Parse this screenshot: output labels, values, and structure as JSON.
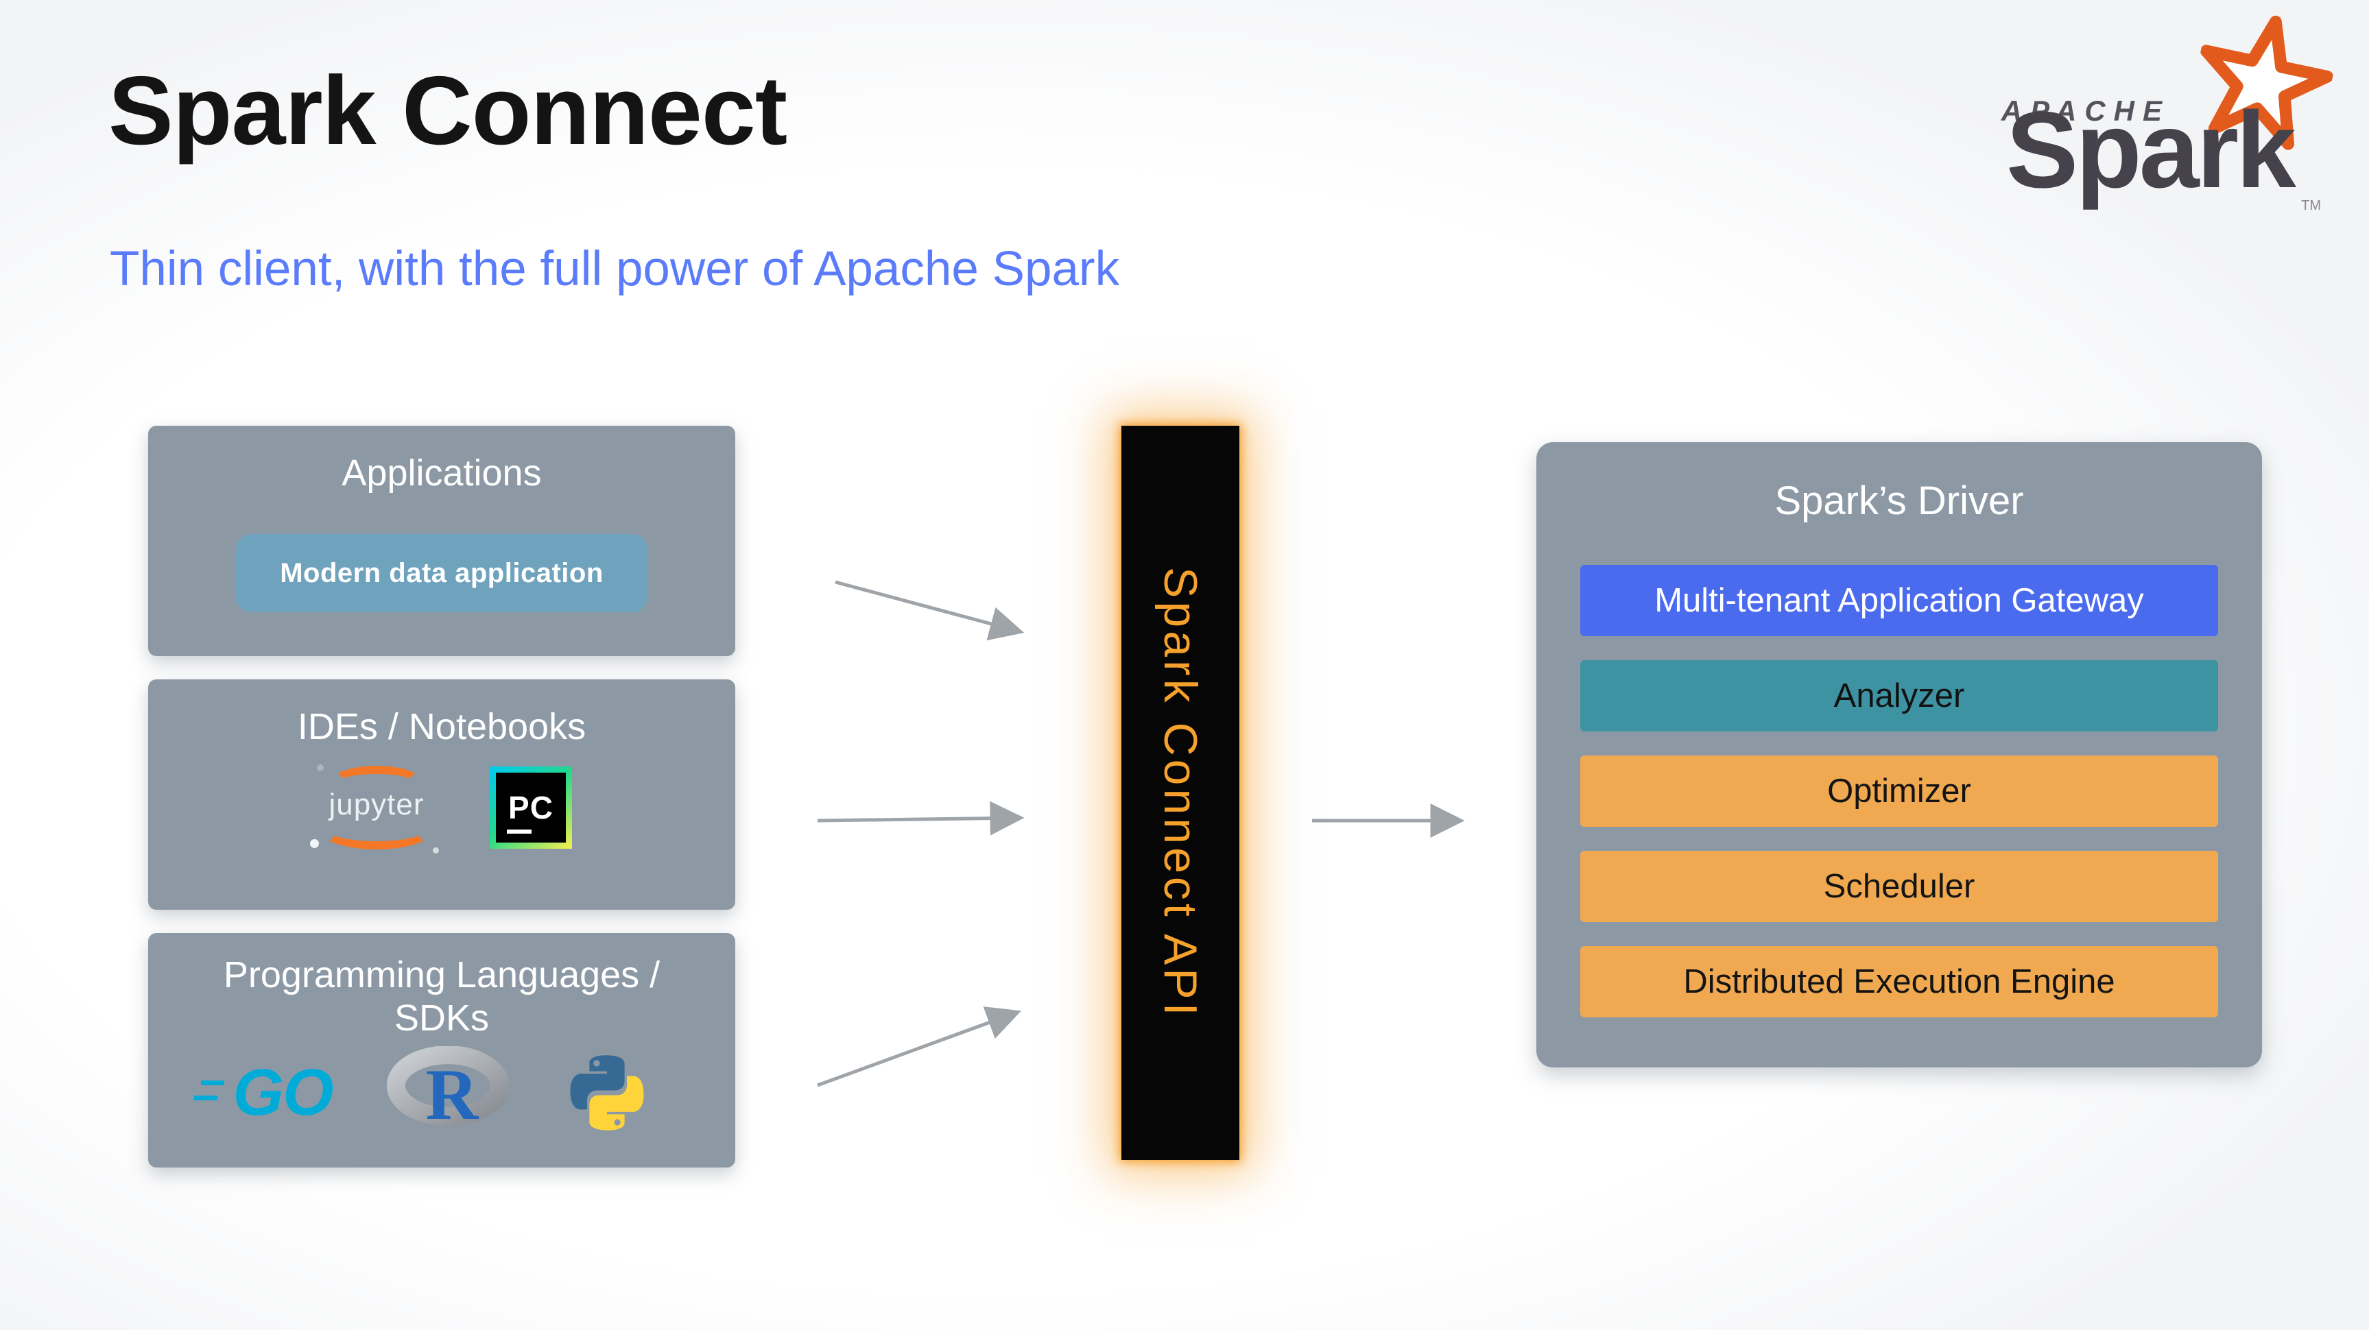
{
  "header": {
    "title": "Spark Connect",
    "subtitle": "Thin client, with the full power of Apache Spark"
  },
  "logo": {
    "apache": "APACHE",
    "spark": "Spark",
    "tm": "TM"
  },
  "sources": [
    {
      "title": "Applications",
      "button_label": "Modern data application"
    },
    {
      "title": "IDEs / Notebooks",
      "jupyter_label": "jupyter",
      "pycharm_label": "PC"
    },
    {
      "title": "Programming Languages / SDKs",
      "go_label": "GO",
      "r_label": "R"
    }
  ],
  "connector": {
    "label": "Spark Connect API",
    "text_color": "#f5a12c",
    "bg_color": "#060606",
    "glow_color": "#f6981a"
  },
  "driver": {
    "title": "Spark’s Driver",
    "rows": [
      {
        "label": "Multi-tenant Application Gateway",
        "color": "#4b6bef"
      },
      {
        "label": "Analyzer",
        "color": "#3e93a2"
      },
      {
        "label": "Optimizer",
        "color": "#f0a950"
      },
      {
        "label": "Scheduler",
        "color": "#f0a950"
      },
      {
        "label": "Distributed Execution Engine",
        "color": "#f0a950"
      }
    ]
  },
  "colors": {
    "panel_gray": "#8c99a5",
    "subtitle_blue": "#5b7cfa",
    "arrow_gray": "#9fa4a9",
    "spark_orange": "#e25a1c",
    "chip_blue": "#6fa2bd"
  }
}
